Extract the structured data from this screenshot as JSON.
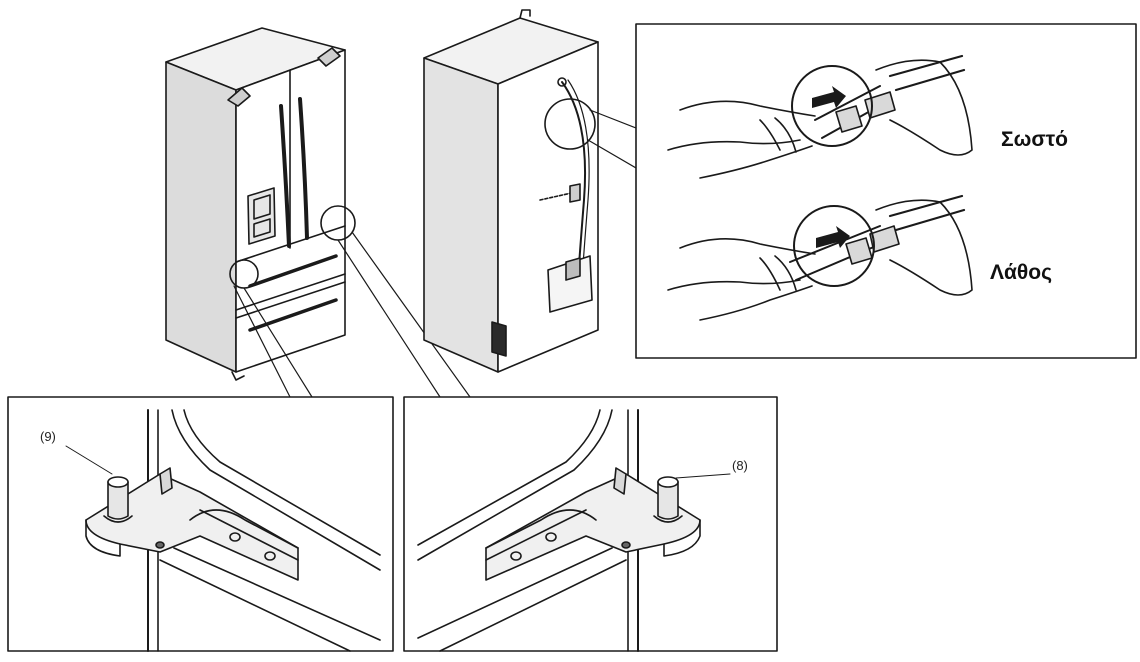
{
  "labels": {
    "correct": "Σωστό",
    "wrong": "Λάθος",
    "part_9": "(9)",
    "part_8": "(8)"
  },
  "colors": {
    "line": "#1a1a1a",
    "shade": "#d9d9d9",
    "background": "#ffffff"
  }
}
